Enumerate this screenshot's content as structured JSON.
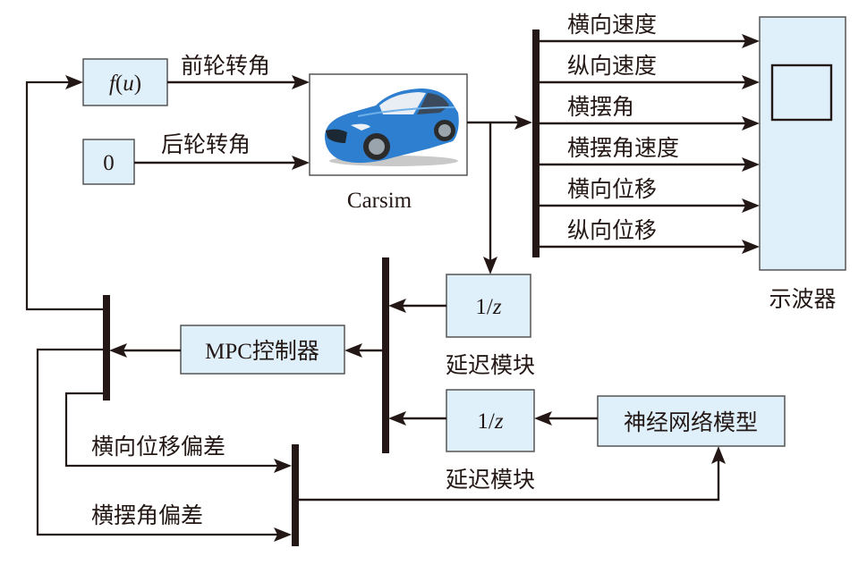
{
  "blocks": {
    "fu": {
      "label": "f(u)",
      "label_f": "f",
      "label_paren_open": "(",
      "label_u": "u",
      "label_paren_close": ")"
    },
    "zero": {
      "label": "0"
    },
    "carsim": {
      "label": "Carsim",
      "image": "blue-car"
    },
    "scope": {
      "label": "示波器"
    },
    "delay1": {
      "label_num": "1/",
      "label_z": "z",
      "caption": "延迟模块"
    },
    "delay2": {
      "label_num": "1/",
      "label_z": "z",
      "caption": "延迟模块"
    },
    "mpc": {
      "label": "MPC控制器"
    },
    "nn": {
      "label": "神经网络模型"
    }
  },
  "signals": {
    "front_steer": "前轮转角",
    "rear_steer": "后轮转角",
    "outputs": [
      "横向速度",
      "纵向速度",
      "横摆角",
      "横摆角速度",
      "横向位移",
      "纵向位移"
    ],
    "lateral_error": "横向位移偏差",
    "yaw_error": "横摆角偏差"
  },
  "colors": {
    "block_fill": "#dff0fb",
    "line": "#231815",
    "car": "#2e7fcf"
  }
}
